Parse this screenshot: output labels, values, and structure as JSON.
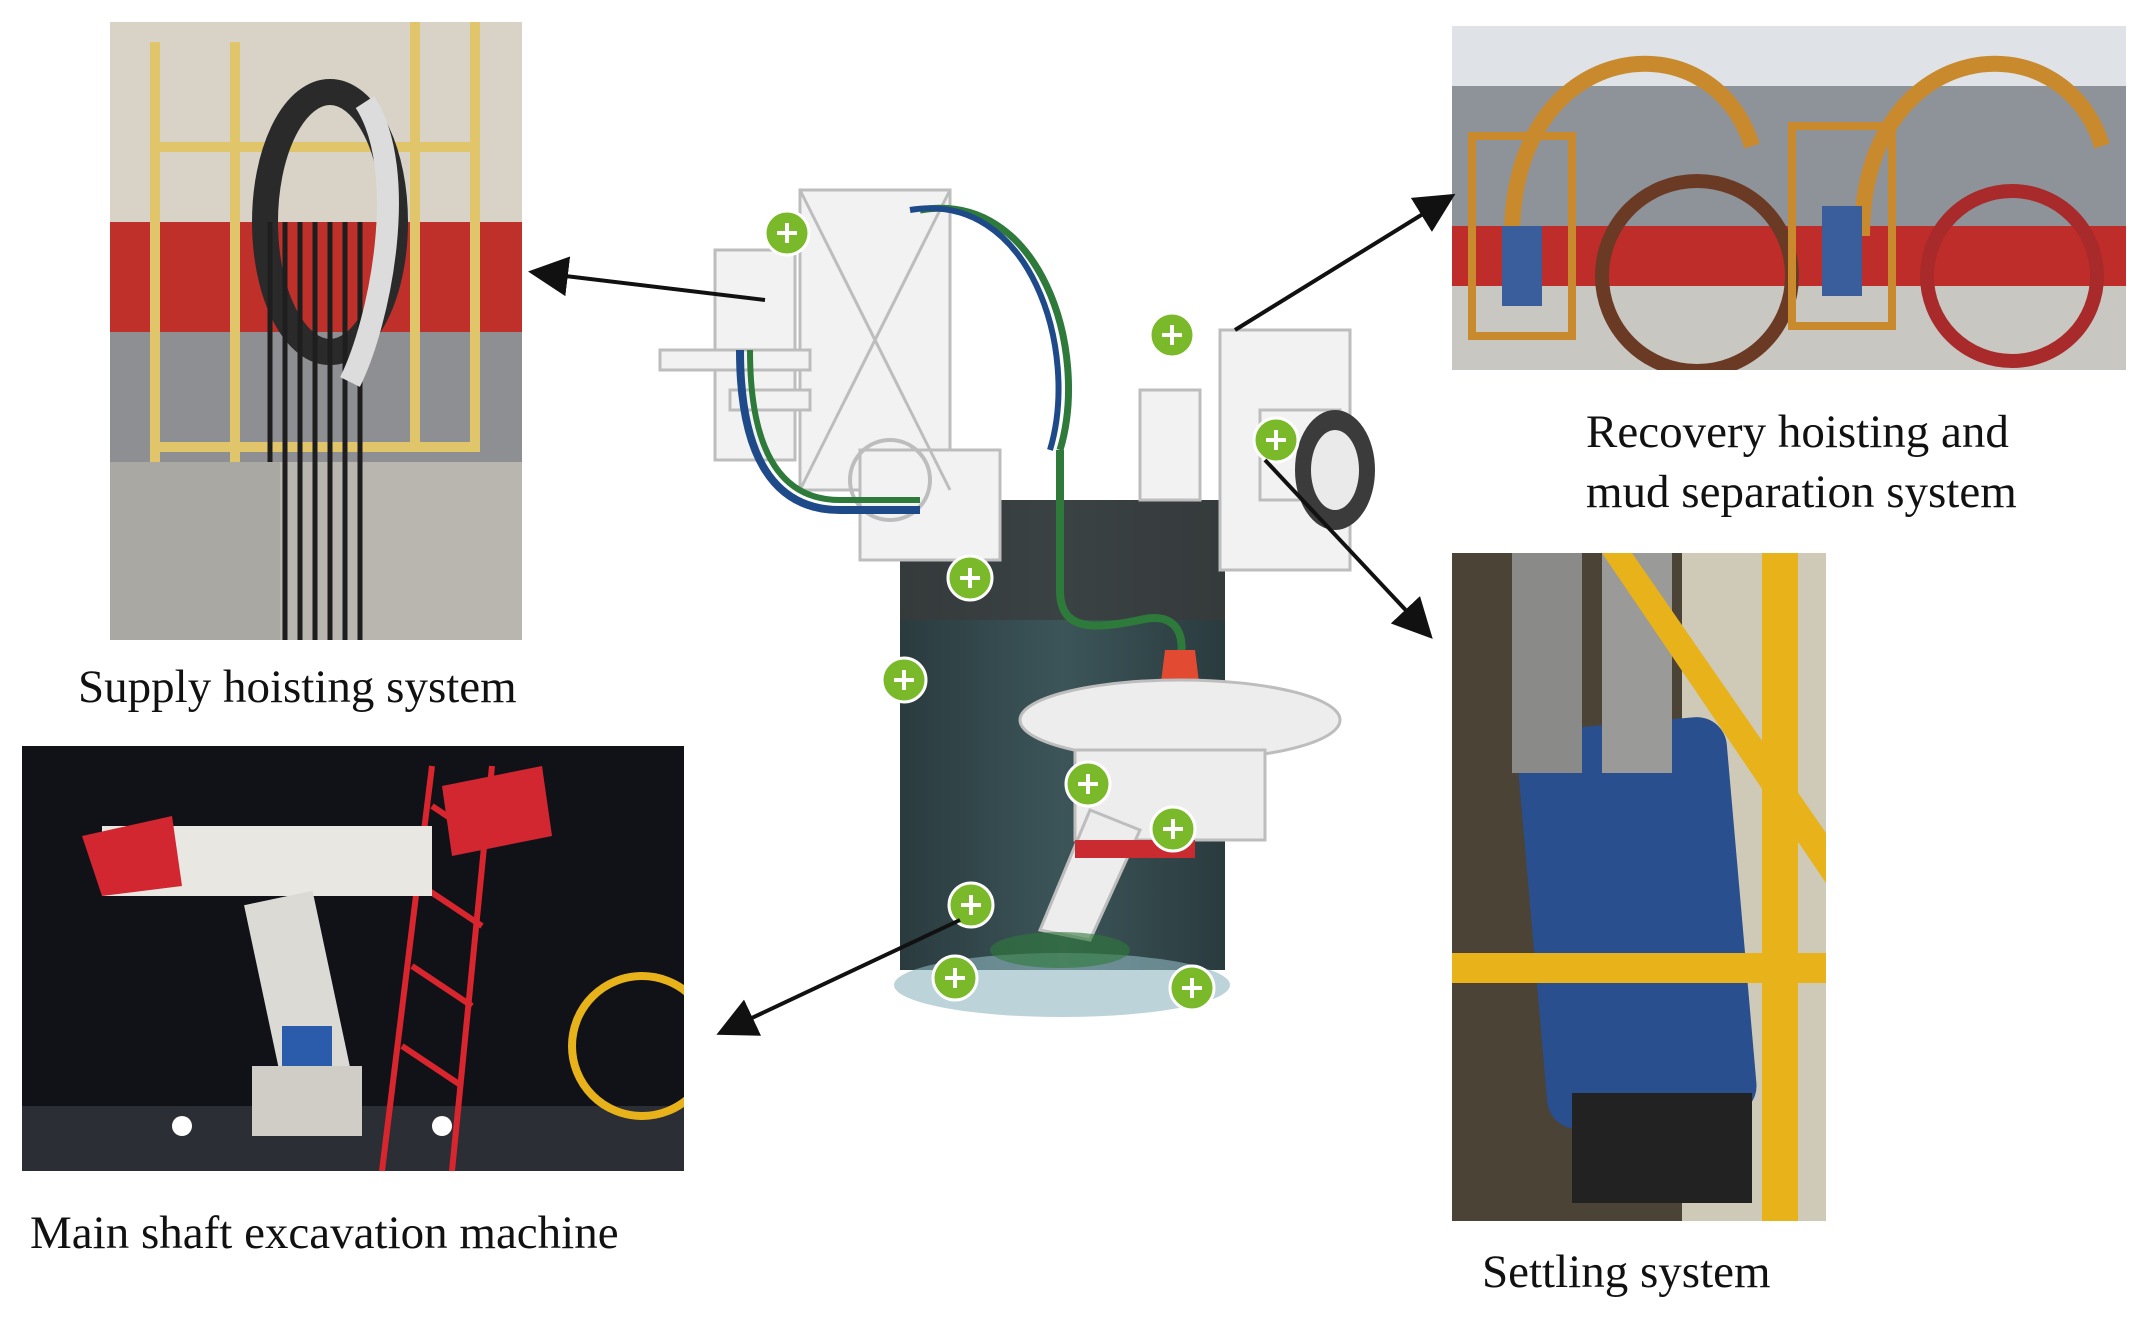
{
  "captions": {
    "supply": "Supply hoisting system",
    "recovery_line1": "Recovery hoisting and",
    "recovery_line2": "mud separation system",
    "main": "Main shaft excavation machine",
    "settling": "Settling system"
  },
  "photos": {
    "supply": "supply-hoisting-photo",
    "recovery": "recovery-hoisting-photo",
    "main": "main-shaft-excavation-machine-photo",
    "settling": "settling-system-photo"
  },
  "hotspot_icon": "plus-circle-icon",
  "colors": {
    "hotspot": "#7ab929",
    "arrow": "#111111",
    "shaft": "#2f4447",
    "machine_red": "#d22630",
    "machine_blue": "#2a5cab",
    "crane_red": "#d9262e",
    "yellow_frame": "#e8b21a"
  }
}
